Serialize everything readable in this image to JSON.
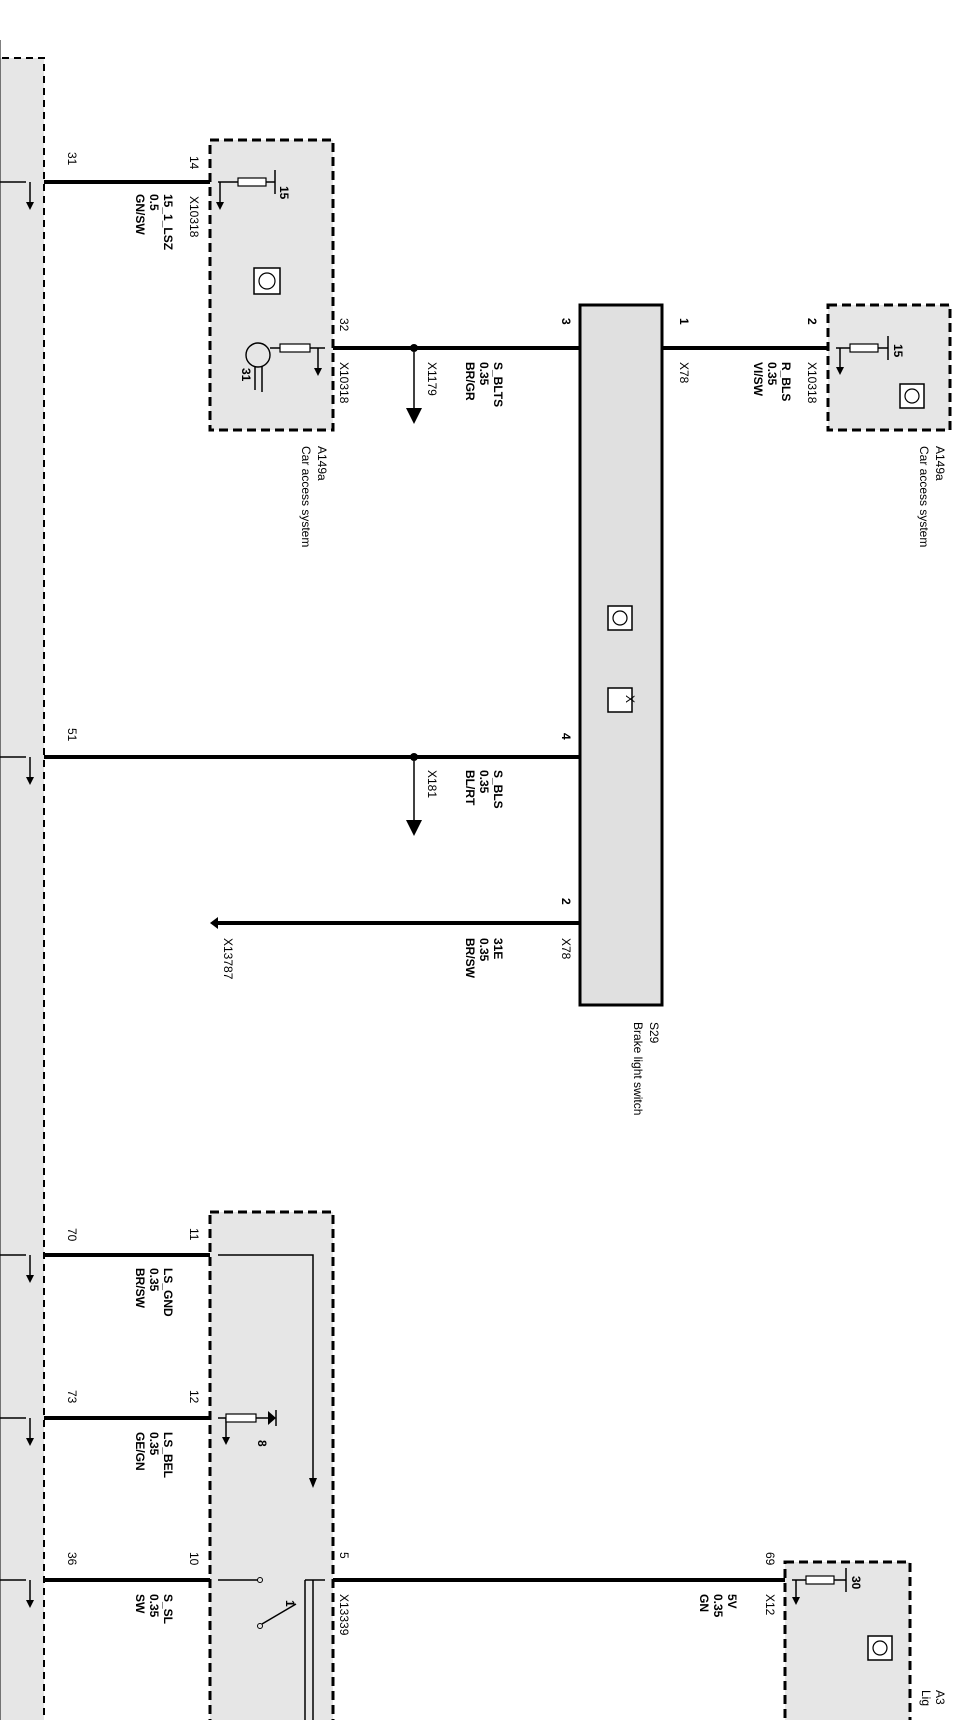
{
  "modules": {
    "cas_a": {
      "id": "A149a",
      "name": "Car access system",
      "connector_left": "X10318",
      "connector_right": "X10318",
      "pin_left": "14",
      "pin_right": "32",
      "supply": "15",
      "ground": "31"
    },
    "cas_b": {
      "id": "A149a",
      "name": "Car access system",
      "connector": "X10318",
      "pin": "2",
      "supply": "15"
    },
    "brake_switch": {
      "id": "S29",
      "name": "Brake light switch",
      "pin_top_left": "3",
      "pin_top_right": "1",
      "pin_mid": "4",
      "pin_bottom": "2",
      "connector_right": "X78",
      "connector_bottom": "X78",
      "x_label": "X"
    },
    "lower_module": {
      "pin_a": "11",
      "pin_b": "12",
      "pin_c": "10",
      "pin_d": "5",
      "connector": "X13339",
      "label_8": "8",
      "label_1": "1"
    },
    "a3_module": {
      "id": "A3",
      "name": "Lig",
      "connector": "X12",
      "pin": "69",
      "supply": "30"
    }
  },
  "wires": [
    {
      "pin": "31",
      "signal": "15_1_LSZ",
      "size": "0.5",
      "color": "GN/SW"
    },
    {
      "pin": "32",
      "signal": "S_BLTS",
      "size": "0.35",
      "color": "BR/GR",
      "splice": "X1179"
    },
    {
      "pin": "1",
      "signal": "R_BLS",
      "size": "0.35",
      "color": "VI/SW"
    },
    {
      "pin": "51",
      "signal": "S_BLS",
      "size": "0.35",
      "color": "BL/RT",
      "splice": "X181"
    },
    {
      "pin": "2",
      "signal": "31E",
      "size": "0.35",
      "color": "BR/SW",
      "ground": "X13787"
    },
    {
      "pin": "70",
      "signal": "LS_GND",
      "size": "0.35",
      "color": "BR/SW"
    },
    {
      "pin": "73",
      "signal": "LS_BEL",
      "size": "0.35",
      "color": "GE/GN"
    },
    {
      "pin": "36",
      "signal": "S_SL",
      "size": "0.35",
      "color": "SW"
    },
    {
      "pin": "5",
      "signal": "5V",
      "size": "0.35",
      "color": "GN"
    }
  ]
}
